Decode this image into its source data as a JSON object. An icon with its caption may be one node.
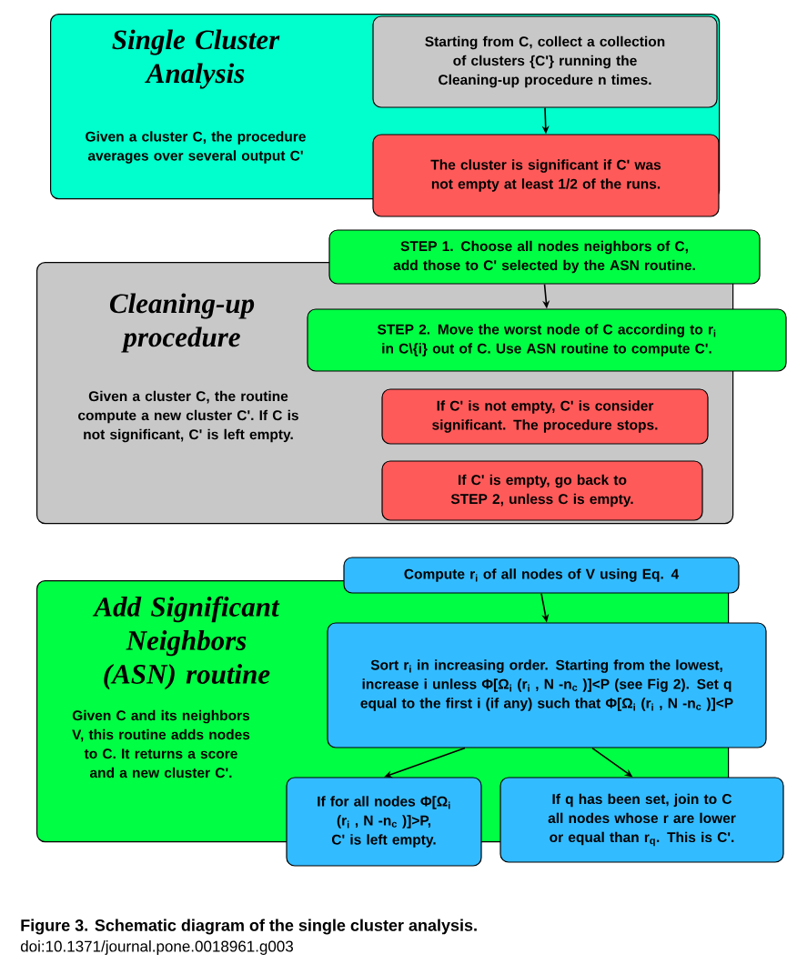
{
  "diagram": {
    "caption": "Figure 3. Schematic diagram of the single cluster analysis.",
    "nodes": [
      {
        "text": [
          "Single Cluster Analysis",
          "Given a cluster C, the procedure averages over several output C'"
        ]
      },
      {
        "text": [
          "Starting from C, collect a collection of clusters {C'} running the Cleaning-up procedure n times."
        ],
        "in": 0
      },
      {
        "text": [
          "The cluster is significant if C' was not empty at least 1/2 of the runs."
        ]
      },
      {
        "text": [
          "Cleaning-up procedure",
          "Given a cluster C, the routine compute a new cluster C'. If C is not significant, C' is left empty."
        ]
      },
      {
        "text": [
          "STEP 1. Choose all nodes neighbors of C, add those to C' selected by the ASN routine."
        ]
      },
      {
        "text": [
          "STEP 2. Move the worst node of C according to r$_{i}$ in C\\{i} out of C. Use ASN routine to compute C'."
        ]
      },
      {
        "text": [
          "If C' is not empty, C' is consider significant. The procedure stops."
        ],
        "in": 3
      },
      {
        "text": [
          "If C' is empty, go back to STEP 2, unless C is empty."
        ],
        "in": 3
      },
      {
        "text": [
          "Add Significant Neighbors (ASN) routine",
          "Given  C and its neighbors V, this routine adds nodes to C. It returns a score and a new cluster C'."
        ]
      },
      {
        "text": [
          "Compute r$_{i}$ of all nodes of V using Eq. 4"
        ]
      },
      {
        "text": [
          "Sort r$_{i}$ in increasing order. Starting from the lowest, increase i unless Φ[Ω$_{i}$ (r$_{i}$ , N -n$_{c}$ )]<P (see Fig 2). Set q  equal to the first i  (if any) such that Φ[Ω$_{i}$ (r$_{i}$ , N -n$_{c}$ )]<P"
        ],
        "in": 8
      },
      {
        "text": [
          "If for all nodes Φ[Ω$_{i}$ (r$_{i}$ , N -n$_{c}$ )]>P, C' is left empty."
        ]
      },
      {
        "text": [
          "If q has been set, join to C all nodes whose r are lower or equal than r$_{q}$. This is C'."
        ]
      }
    ],
    "edges": [
      {
        "from": 1,
        "to": 2,
        "arrow": "to"
      },
      {
        "from": 4,
        "to": 5,
        "arrow": "to"
      },
      {
        "from": 9,
        "to": 10,
        "arrow": "to"
      },
      {
        "from": 10,
        "to": 11,
        "arrow": "to"
      },
      {
        "from": 10,
        "to": 12,
        "arrow": "to"
      }
    ],
    "labels": [
      "doi:10.1371/journal.pone.0018961.g003"
    ]
  }
}
